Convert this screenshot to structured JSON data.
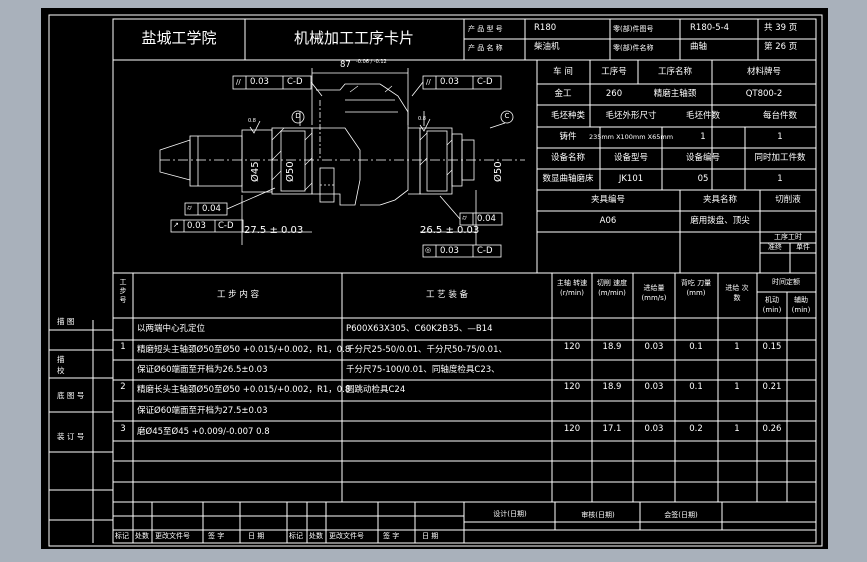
{
  "header": {
    "school": "盐城工学院",
    "card_title": "机械加工工序卡片",
    "product_model_label": "产 品 型 号",
    "product_model": "R180",
    "product_name_label": "产 品 名 称",
    "product_name": "柴油机",
    "part_no_label": "零(部)件图号",
    "part_no": "R180-5-4",
    "part_name_label": "零(部)件名称",
    "part_name": "曲轴",
    "total_pages_label": "共 39 页",
    "page_label": "第 26 页"
  },
  "drawing": {
    "dim_top": "87",
    "dim_top_tol": "-0.06 / -0.12",
    "tol1": "0.03",
    "tol1_ref": "C-D",
    "tol2": "0.03",
    "tol2_ref": "C-D",
    "datum_d": "D",
    "datum_c": "C",
    "dia_left": "Ø45",
    "dia_mid": "Ø50",
    "dia_right": "Ø50",
    "cyl1": "0.04",
    "run1": "0.03",
    "run1_ref": "C-D",
    "cyl2": "0.04",
    "run2": "0.03",
    "run2_ref": "C-D",
    "dim_left": "27.5 ± 0.03",
    "dim_right": "26.5 ± 0.03",
    "rough": "0.8"
  },
  "info": {
    "workshop_h": "车 间",
    "op_no_h": "工序号",
    "op_name_h": "工序名称",
    "material_h": "材料牌号",
    "workshop": "金工",
    "op_no": "260",
    "op_name": "精磨主轴颈",
    "material": "QT800-2",
    "blank_type_h": "毛坯种类",
    "blank_size_h": "毛坯外形尺寸",
    "blank_count_h": "毛坯件数",
    "per_part_h": "每台件数",
    "blank_type": "铸件",
    "blank_size": "235mm X100mm X65mm",
    "blank_count": "1",
    "per_part": "1",
    "equip_name_h": "设备名称",
    "equip_model_h": "设备型号",
    "equip_no_h": "设备编号",
    "simul_h": "同时加工件数",
    "equip_name": "数显曲轴磨床",
    "equip_model": "JK101",
    "equip_no": "05",
    "simul": "1",
    "fixture_no_h": "夹具编号",
    "fixture_name_h": "夹具名称",
    "coolant_h": "切削液",
    "fixture_no": "A06",
    "fixture_name": "磨用拨盘、顶尖",
    "hours_h": "工序工时",
    "prep_end_h": "准终",
    "unit_h": "单件"
  },
  "steps_table": {
    "h_step_no": "工 步 号",
    "h_content": "工 步 内 容",
    "h_equipment": "工 艺 装 备",
    "h_speed": "主轴 转速 (r/min)",
    "h_cut_speed": "切削 速度 (m/min)",
    "h_feed": "进给量 (mm/s)",
    "h_depth": "背吃 刀量 (mm)",
    "h_passes": "进给 次数",
    "h_time": "时间定额",
    "h_mech": "机动 (min)",
    "h_aux": "辅助 (min)",
    "rows": [
      {
        "no": "",
        "content": "以两端中心孔定位",
        "equipment": "P600X63X305、C60K2B35、—B14",
        "speed": "",
        "vc": "",
        "feed": "",
        "depth": "",
        "passes": "",
        "mech": ""
      },
      {
        "no": "1",
        "content": "精磨短头主轴颈Ø50至Ø50 +0.015/+0.002，R1，0.8",
        "equipment": "千分尺25-50/0.01、千分尺50-75/0.01、",
        "speed": "120",
        "vc": "18.9",
        "feed": "0.03",
        "depth": "0.1",
        "passes": "1",
        "mech": "0.15"
      },
      {
        "no": "",
        "content": "保证Ø60端面至开档为26.5±0.03",
        "equipment": "千分尺75-100/0.01、同轴度检具C23、",
        "speed": "",
        "vc": "",
        "feed": "",
        "depth": "",
        "passes": "",
        "mech": ""
      },
      {
        "no": "2",
        "content": "精磨长头主轴颈Ø50至Ø50 +0.015/+0.002，R1，0.8",
        "equipment": "圆跳动检具C24",
        "speed": "120",
        "vc": "18.9",
        "feed": "0.03",
        "depth": "0.1",
        "passes": "1",
        "mech": "0.21"
      },
      {
        "no": "",
        "content": "保证Ø60端面至开档为27.5±0.03",
        "equipment": "",
        "speed": "",
        "vc": "",
        "feed": "",
        "depth": "",
        "passes": "",
        "mech": ""
      },
      {
        "no": "3",
        "content": "磨Ø45至Ø45 +0.009/-0.007  0.8",
        "equipment": "",
        "speed": "120",
        "vc": "17.1",
        "feed": "0.03",
        "depth": "0.2",
        "passes": "1",
        "mech": "0.26"
      }
    ]
  },
  "side_labels": {
    "trace": "描 图",
    "check_trace": "描 校",
    "base_no": "底 图 号",
    "binding_no": "装 订 号"
  },
  "signoff": {
    "design": "设计(日期)",
    "review": "审核(日期)",
    "countersign": "会签(日期)",
    "mark": "标记",
    "count": "处数",
    "change_doc": "更改文件号",
    "sign": "签 字",
    "date": "日 期",
    "mark2": "标记",
    "count2": "处数",
    "change_doc2": "更改文件号",
    "sign2": "签 字",
    "date2": "日 期"
  },
  "colors": {
    "background": "#a9b1bb",
    "viewport": "#000000",
    "lines": "#ffffff"
  }
}
